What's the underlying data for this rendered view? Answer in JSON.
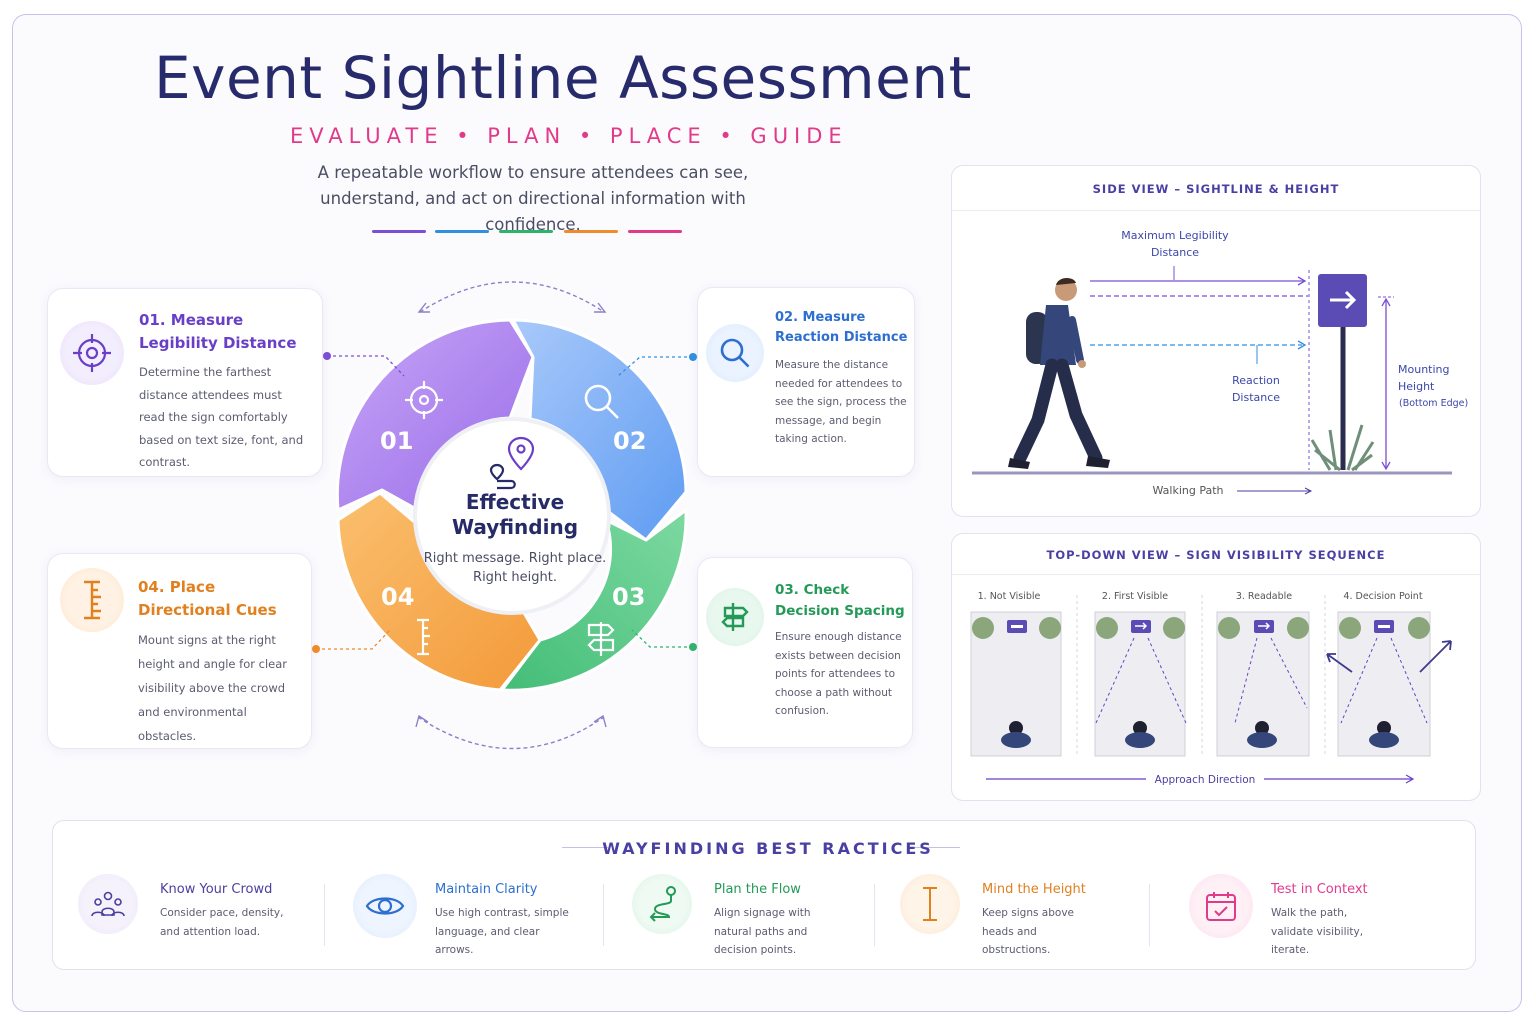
{
  "header": {
    "title": "Event Sightline Assessment",
    "tagline": "EVALUATE • PLAN • PLACE • GUIDE",
    "subtitle": "A repeatable workflow to ensure attendees can see, understand, and act on directional information with confidence.",
    "bar_colors": [
      "#7a4fd6",
      "#2f8fe0",
      "#2fb36a",
      "#f08a2a",
      "#e23a8a"
    ]
  },
  "cycle": {
    "center_title": "Effective Wayfinding",
    "center_sub": "Right message. Right place. Right height.",
    "center_icon": "route-pin-icon",
    "segments": [
      {
        "num": "01",
        "icon": "crosshair-icon",
        "color": "#a77cf0"
      },
      {
        "num": "02",
        "icon": "search-icon",
        "color": "#6fa9f5"
      },
      {
        "num": "03",
        "icon": "signpost-icon",
        "color": "#5cc98a"
      },
      {
        "num": "04",
        "icon": "ruler-icon",
        "color": "#f6a44a"
      }
    ]
  },
  "steps": [
    {
      "title": "01. Measure Legibility Distance",
      "text": "Determine the farthest distance attendees must read the sign comfortably based on text size, font, and contrast.",
      "color": "#6a3fc8",
      "icon": "crosshair-icon"
    },
    {
      "title": "02. Measure Reaction Distance",
      "text": "Measure the distance needed for attendees to see the sign, process the message, and begin taking action.",
      "color": "#2d6fd0",
      "icon": "search-icon"
    },
    {
      "title": "03. Check Decision Spacing",
      "text": "Ensure enough distance exists between decision points for attendees to choose a path without confusion.",
      "color": "#239a57",
      "icon": "signpost-icon"
    },
    {
      "title": "04. Place Directional Cues",
      "text": "Mount signs at the right height and angle for clear visibility above the crowd and environmental obstacles.",
      "color": "#e0801f",
      "icon": "ruler-icon"
    }
  ],
  "side_view": {
    "heading": "SIDE VIEW – SIGHTLINE & HEIGHT",
    "legibility_label": "Maximum Legibility Distance",
    "reaction_label": "Reaction Distance",
    "mounting_label": "Mounting Height",
    "mounting_note": "(Bottom Edge)",
    "path_label": "Walking Path"
  },
  "top_view": {
    "heading": "TOP-DOWN VIEW – SIGN VISIBILITY SEQUENCE",
    "frames": [
      "1. Not Visible",
      "2. First Visible",
      "3. Readable",
      "4. Decision Point"
    ],
    "approach_label": "Approach Direction"
  },
  "practices": {
    "heading": "WAYFINDING BEST RACTICES",
    "items": [
      {
        "title": "Know Your Crowd",
        "text": "Consider pace, density, and attention load.",
        "color": "#4b3fa0",
        "icon": "people-icon"
      },
      {
        "title": "Maintain Clarity",
        "text": "Use high contrast, simple language, and clear arrows.",
        "color": "#2d6fd0",
        "icon": "eye-icon"
      },
      {
        "title": "Plan the Flow",
        "text": "Align signage with natural paths and decision points.",
        "color": "#239a57",
        "icon": "path-icon"
      },
      {
        "title": "Mind the Height",
        "text": "Keep signs above heads and obstructions.",
        "color": "#e0801f",
        "icon": "height-icon"
      },
      {
        "title": "Test in Context",
        "text": "Walk the path, validate visibility, iterate.",
        "color": "#e23a8a",
        "icon": "calendar-check-icon"
      }
    ]
  }
}
